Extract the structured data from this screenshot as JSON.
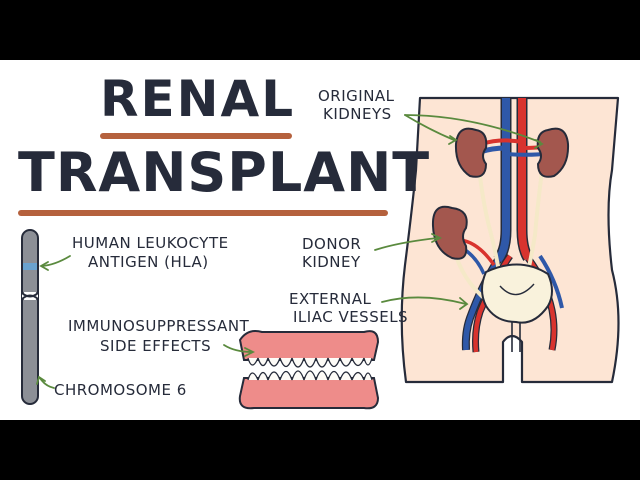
{
  "title": {
    "line1": "RENAL",
    "line2": "TRANSPLANT"
  },
  "labels": {
    "original_kidneys": [
      "ORIGINAL",
      "KIDNEYS"
    ],
    "donor_kidney": [
      "DONOR",
      "KIDNEY"
    ],
    "external_iliac_vessels": [
      "EXTERNAL",
      "ILIAC VESSELS"
    ],
    "hla": [
      "HUMAN LEUKOCYTE",
      "ANTIGEN (HLA)"
    ],
    "immunosuppressant": [
      "IMMUNOSUPPRESSANT",
      "SIDE EFFECTS"
    ],
    "chromosome": "CHROMOSOME 6"
  },
  "colors": {
    "letterbox": "#000000",
    "background": "#ffffff",
    "ink": "#262b3a",
    "title_underline": "#b5613d",
    "skin": "#fde5d4",
    "kidney": "#a3574e",
    "artery": "#d8332e",
    "vein": "#2f58a8",
    "ureter": "#f5e9c8",
    "bladder": "#f9f2dc",
    "gums": "#ee8c8a",
    "teeth": "#fdfbf7",
    "chromosome": "#8c8f96",
    "hla_band": "#6aa2cf",
    "pointer_arrow": "#5a8a3e"
  },
  "icons": {
    "chromosome": "chromosome-illustration",
    "teeth": "teeth-illustration",
    "torso": "abdomen-illustration"
  }
}
